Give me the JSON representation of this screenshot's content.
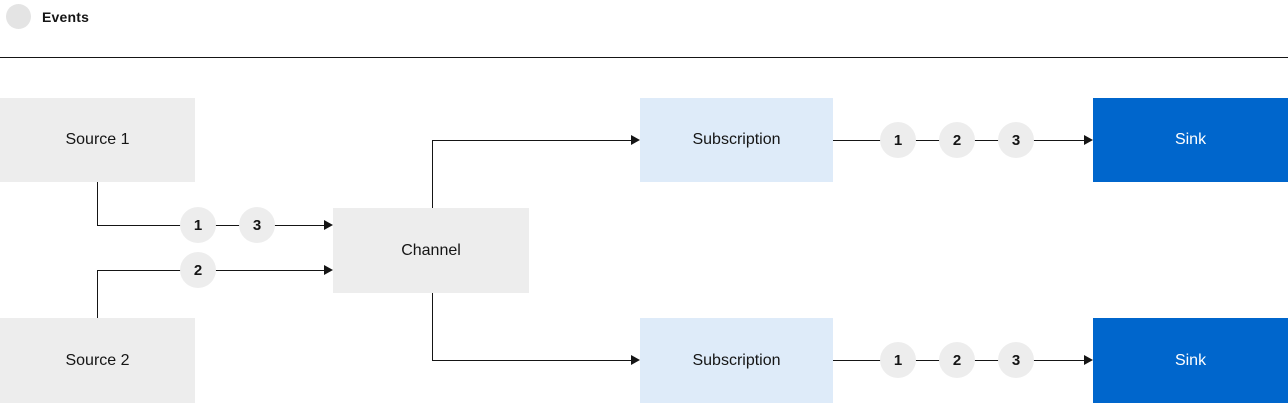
{
  "legend": {
    "label": "Events"
  },
  "colors": {
    "source_box": "#ededed",
    "channel_box": "#ededed",
    "subscription_box": "#deebf9",
    "sink_box": "#0066cc",
    "badge_bg": "#ededed",
    "line": "#151515",
    "text_dark": "#151515",
    "text_light": "#ffffff"
  },
  "nodes": {
    "source1": {
      "label": "Source 1"
    },
    "source2": {
      "label": "Source 2"
    },
    "channel": {
      "label": "Channel"
    },
    "subscription_top": {
      "label": "Subscription"
    },
    "subscription_bottom": {
      "label": "Subscription"
    },
    "sink_top": {
      "label": "Sink"
    },
    "sink_bottom": {
      "label": "Sink"
    }
  },
  "badges": {
    "source1_to_channel": [
      "1",
      "3"
    ],
    "source2_to_channel": [
      "2"
    ],
    "subscription_top_to_sink_top": [
      "1",
      "2",
      "3"
    ],
    "subscription_bottom_to_sink_bottom": [
      "1",
      "2",
      "3"
    ]
  }
}
